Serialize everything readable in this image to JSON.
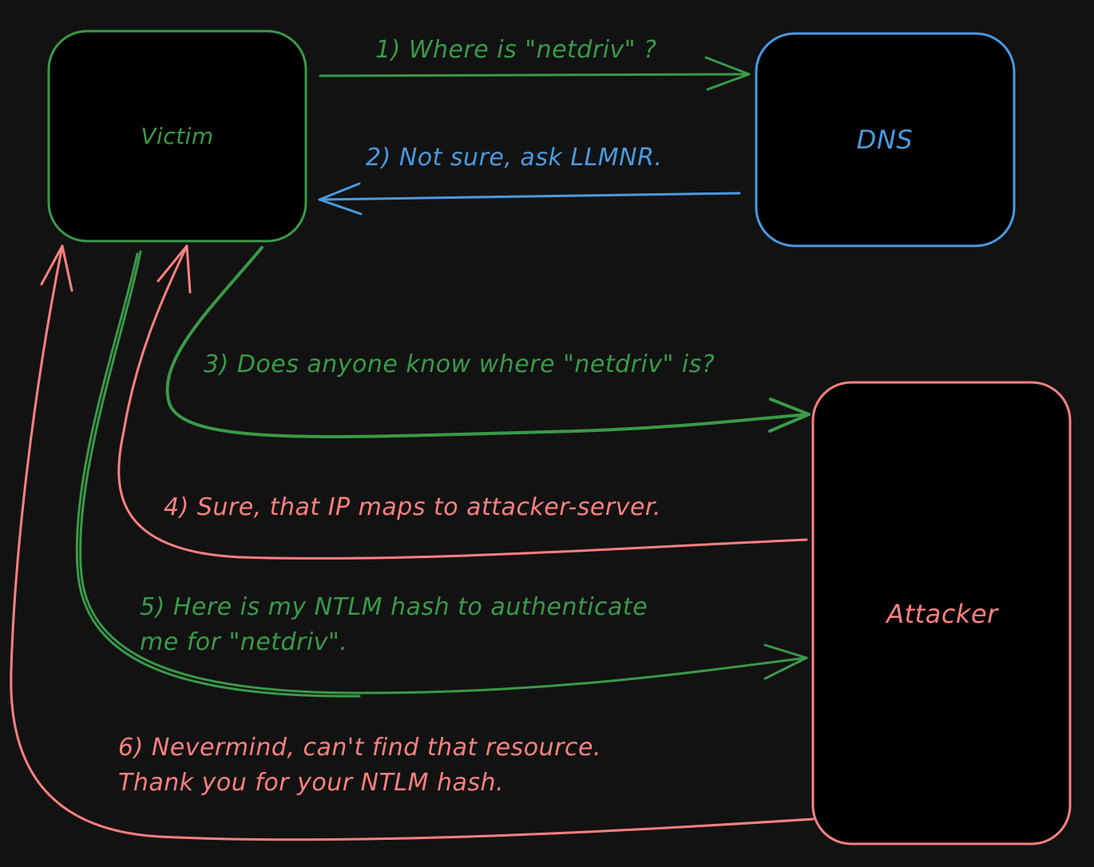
{
  "colors": {
    "background": "#121212",
    "victim": "#3a9a49",
    "dns": "#4a9ae0",
    "attacker": "#ff8080"
  },
  "nodes": {
    "victim": "Victim",
    "dns": "DNS",
    "attacker": "Attacker"
  },
  "messages": {
    "m1": "1) Where is \"netdriv\" ?",
    "m2": "2) Not sure, ask LLMNR.",
    "m3": "3) Does anyone know where \"netdriv\" is?",
    "m4": "4) Sure, that IP maps to attacker-server.",
    "m5_line1": "5) Here is my NTLM hash to authenticate",
    "m5_line2": "me for \"netdriv\".",
    "m6_line1": "6) Nevermind, can't find that resource.",
    "m6_line2": "Thank you for your NTLM hash."
  }
}
